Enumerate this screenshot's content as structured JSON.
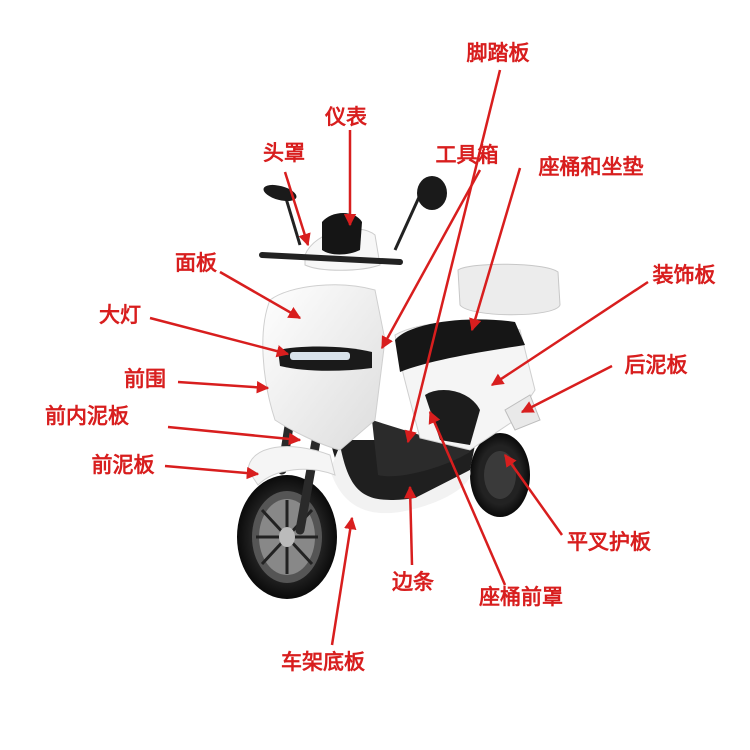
{
  "labels": {
    "pedal": "脚踏板",
    "meter": "仪表",
    "head_cover": "头罩",
    "toolbox": "工具箱",
    "seat_bucket": "座桶和坐垫",
    "panel": "面板",
    "trim_panel": "装饰板",
    "headlight": "大灯",
    "rear_fender": "后泥板",
    "front_fairing": "前围",
    "front_inner_fender": "前内泥板",
    "front_fender": "前泥板",
    "fork_guard": "平叉护板",
    "side_strip": "边条",
    "seat_front_cover": "座桶前罩",
    "frame_bottom": "车架底板"
  },
  "colors": {
    "label": "#d81e1e",
    "arrow": "#d81e1e",
    "body_white": "#f4f4f4",
    "dark_trim": "#1c1c1c"
  }
}
